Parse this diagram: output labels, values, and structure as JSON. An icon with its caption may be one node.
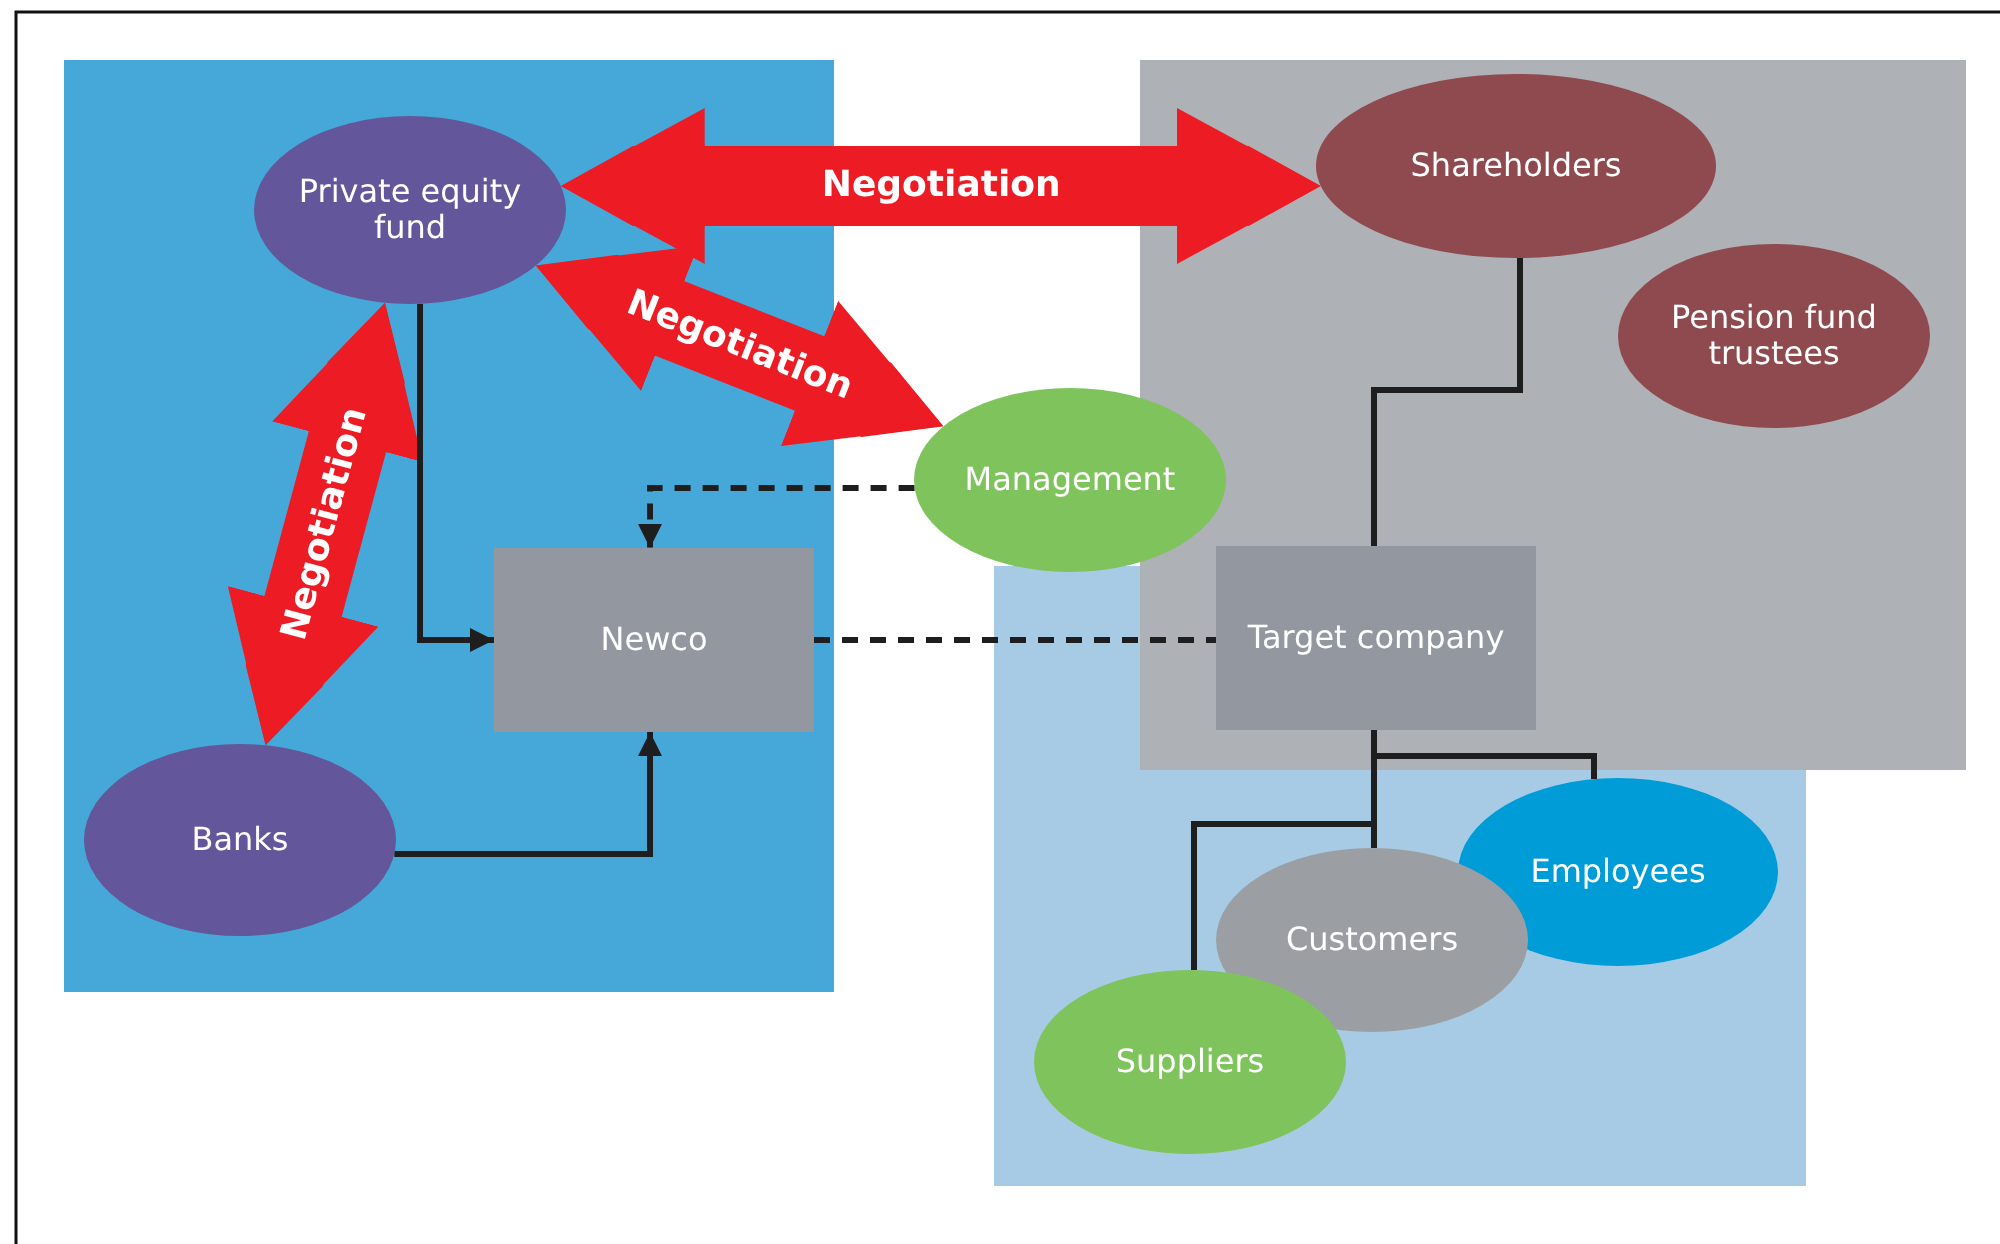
{
  "diagram": {
    "nodes": [
      {
        "text": [
          "Private equity fund"
        ]
      },
      {
        "text": [
          "Shareholders"
        ]
      },
      {
        "text": [
          "Pension fund trustees"
        ]
      },
      {
        "text": [
          "Management"
        ]
      },
      {
        "text": [
          "Newco"
        ]
      },
      {
        "text": [
          "Target company"
        ]
      },
      {
        "text": [
          "Banks"
        ]
      },
      {
        "text": [
          "Employees"
        ]
      },
      {
        "text": [
          "Customers"
        ]
      },
      {
        "text": [
          "Suppliers"
        ]
      }
    ],
    "edges": [
      {
        "from": 0,
        "to": 1,
        "arrow": "both",
        "label": "Negotiation",
        "style": "thick",
        "color": "#ed1c24"
      },
      {
        "from": 0,
        "to": 3,
        "arrow": "both",
        "label": "Negotiation",
        "style": "thick",
        "color": "#ed1c24"
      },
      {
        "from": 0,
        "to": 6,
        "arrow": "both",
        "label": "Negotiation",
        "style": "thick",
        "color": "#ed1c24"
      },
      {
        "from": 0,
        "to": 4,
        "arrow": "to"
      },
      {
        "from": 6,
        "to": 4,
        "arrow": "to"
      },
      {
        "from": 3,
        "to": 4,
        "arrow": "to",
        "style": "dashed"
      },
      {
        "from": 4,
        "to": 5,
        "arrow": "none",
        "style": "dashed"
      },
      {
        "from": 1,
        "to": 5,
        "arrow": "none"
      },
      {
        "from": 5,
        "to": 7,
        "arrow": "none"
      },
      {
        "from": 5,
        "to": 8,
        "arrow": "none"
      },
      {
        "from": 5,
        "to": 9,
        "arrow": "none"
      }
    ]
  }
}
